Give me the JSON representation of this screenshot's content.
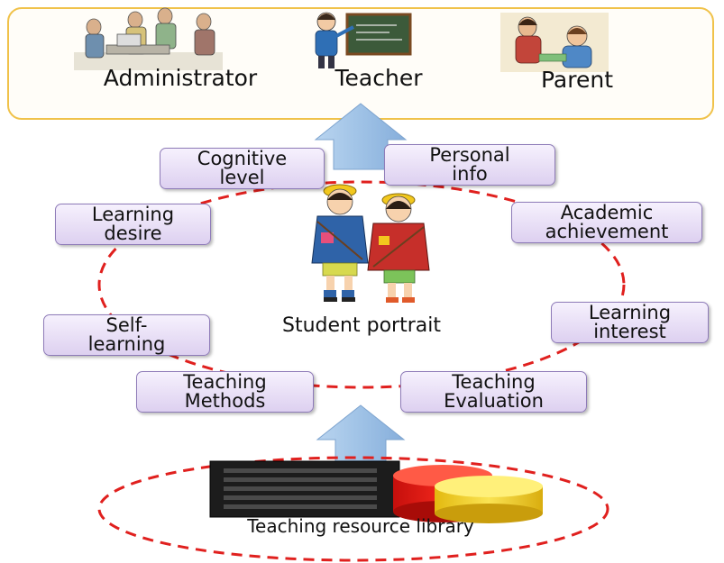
{
  "roles": {
    "administrator": "Administrator",
    "teacher": "Teacher",
    "parent": "Parent"
  },
  "factors": {
    "cognitive_level": "Cognitive\nlevel",
    "personal_info": "Personal\ninfo",
    "learning_desire": "Learning\ndesire",
    "academic_achievement": "Academic\nachievement",
    "self_learning": "Self-\nlearning",
    "learning_interest": "Learning\ninterest",
    "teaching_methods": "Teaching\nMethods",
    "teaching_evaluation": "Teaching\nEvaluation"
  },
  "center": {
    "label": "Student portrait"
  },
  "library": {
    "label": "Teaching resource library"
  },
  "colors": {
    "top_border": "#f0c24a",
    "dash_red": "#e0201e",
    "arrow_blue": "#9fc2e6",
    "box_border": "#8e7bb8",
    "box_fill_top": "#f6f1fd",
    "box_fill_bottom": "#ddd0f0",
    "db_red": "#e81e14",
    "db_yellow": "#f7d52a"
  }
}
